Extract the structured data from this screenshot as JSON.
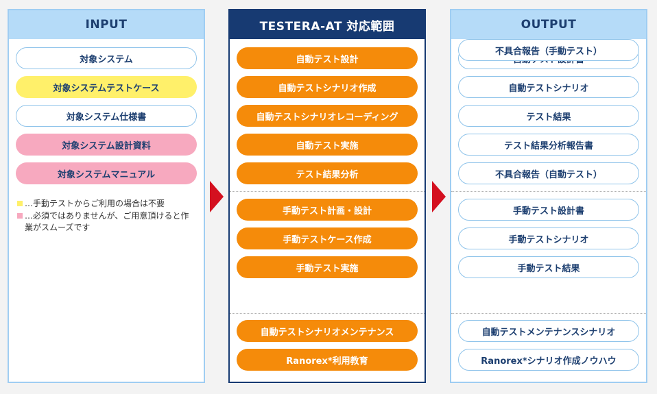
{
  "colors": {
    "background": "#f3f3f3",
    "input_header": "#b5dbf8",
    "scope_header": "#173a72",
    "accent_orange": "#f58b0a",
    "highlight_yellow": "#fff06a",
    "highlight_pink": "#f7a9bf",
    "arrow_red": "#d4101f",
    "text_navy": "#1d3f70"
  },
  "input": {
    "title": "INPUT",
    "items": [
      {
        "label": "対象システム",
        "style": "outline"
      },
      {
        "label": "対象システムテストケース",
        "style": "yellow"
      },
      {
        "label": "対象システム仕様書",
        "style": "outline"
      },
      {
        "label": "対象システム設計資料",
        "style": "pink"
      },
      {
        "label": "対象システムマニュアル",
        "style": "pink"
      }
    ],
    "legend": [
      {
        "color": "#fff06a",
        "text": "…手動テストからご利用の場合は不要"
      },
      {
        "color": "#f7a9bf",
        "text": "…必須ではありませんが、ご用意頂けると作業がスムーズです"
      }
    ]
  },
  "scope": {
    "title": "TESTERA-AT 対応範囲",
    "groups": [
      [
        "自動テスト設計",
        "自動テストシナリオ作成",
        "自動テストシナリオレコーディング",
        "自動テスト実施",
        "テスト結果分析"
      ],
      [
        "手動テスト計画・設計",
        "手動テストケース作成",
        "手動テスト実施"
      ],
      [
        "自動テストシナリオメンテナンス",
        "Ranorex*利用教育"
      ]
    ]
  },
  "output": {
    "title": "OUTPUT",
    "groups": [
      [
        "自動テスト設計書",
        "自動テストシナリオ",
        "テスト結果",
        "テスト結果分析報告書",
        "不具合報告（自動テスト）"
      ],
      [
        "手動テスト設計書",
        "手動テストシナリオ",
        "手動テスト結果",
        "不具合報告（手動テスト）"
      ],
      [
        "自動テストメンテナンスシナリオ",
        "Ranorex*シナリオ作成ノウハウ"
      ]
    ]
  }
}
